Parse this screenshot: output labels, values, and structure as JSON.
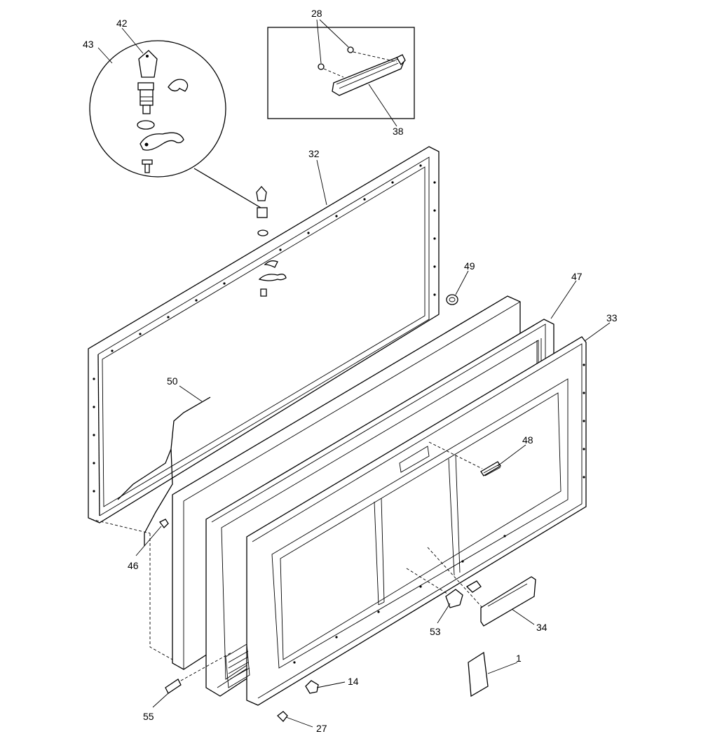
{
  "diagram": {
    "parts": [
      {
        "id": "part-1",
        "label": "1"
      },
      {
        "id": "part-14",
        "label": "14"
      },
      {
        "id": "part-27",
        "label": "27"
      },
      {
        "id": "part-28",
        "label": "28"
      },
      {
        "id": "part-32",
        "label": "32"
      },
      {
        "id": "part-33",
        "label": "33"
      },
      {
        "id": "part-34",
        "label": "34"
      },
      {
        "id": "part-38",
        "label": "38"
      },
      {
        "id": "part-42",
        "label": "42"
      },
      {
        "id": "part-43",
        "label": "43"
      },
      {
        "id": "part-46",
        "label": "46"
      },
      {
        "id": "part-47",
        "label": "47"
      },
      {
        "id": "part-48",
        "label": "48"
      },
      {
        "id": "part-49",
        "label": "49"
      },
      {
        "id": "part-50",
        "label": "50"
      },
      {
        "id": "part-53",
        "label": "53"
      },
      {
        "id": "part-55",
        "label": "55"
      }
    ]
  }
}
